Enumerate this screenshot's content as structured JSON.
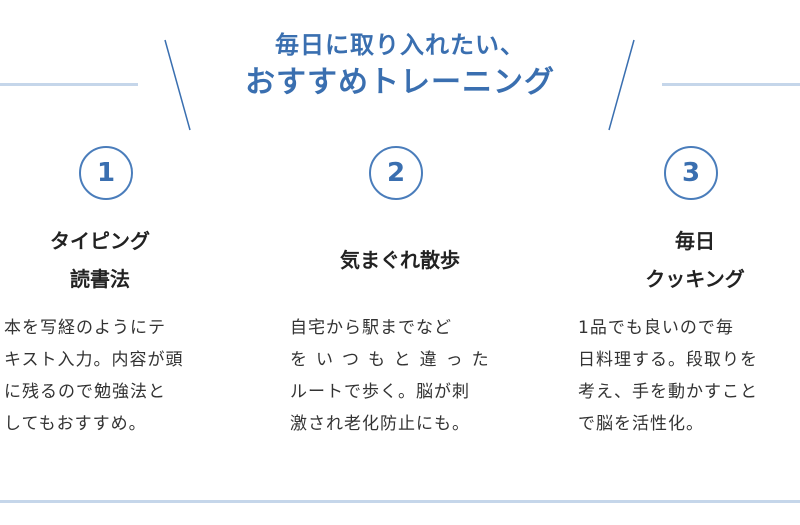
{
  "heading": {
    "line1": "毎日に取り入れたい、",
    "line2": "おすすめトレーニング"
  },
  "colors": {
    "accent": "#3a6fb0",
    "decoration": "#c5d6ea",
    "text": "#333333"
  },
  "items": [
    {
      "number": "1",
      "title_lines": [
        "タイピング",
        "読書法"
      ],
      "desc_lines": [
        "本を写経のようにテ",
        "キスト入力。内容が頭",
        "に残るので勉強法と",
        "してもおすすめ。"
      ]
    },
    {
      "number": "2",
      "title_lines": [
        "気まぐれ散歩"
      ],
      "desc_lines": [
        "自宅から駅までなど",
        "をいつもと違った",
        "ルートで歩く。脳が刺",
        "激され老化防止にも。"
      ]
    },
    {
      "number": "3",
      "title_lines": [
        "毎日",
        "クッキング"
      ],
      "desc_lines": [
        "1品でも良いので毎",
        "日料理する。段取りを",
        "考え、手を動かすこと",
        "で脳を活性化。"
      ]
    }
  ]
}
